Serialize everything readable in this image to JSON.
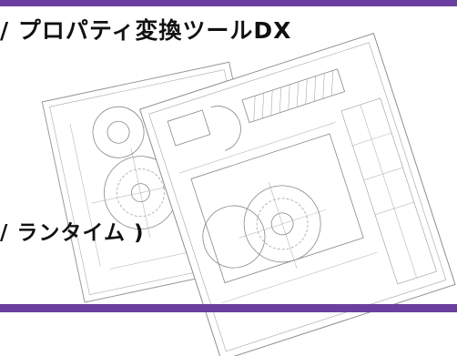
{
  "banner": {
    "title": "/ プロパティ変換ツールDX",
    "subtitle": "/ ランタイム )"
  },
  "colors": {
    "accent": "#6b3fa0",
    "paper": "#ffffff",
    "line": "#8f8f8f"
  },
  "images": {
    "main": "cad-drawing-sheets"
  }
}
